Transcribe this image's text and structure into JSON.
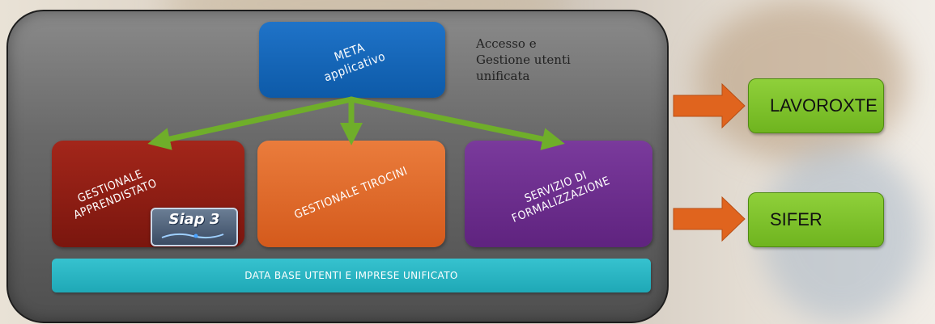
{
  "diagram": {
    "meta_box": {
      "line1": "META",
      "line2": "applicativo"
    },
    "access_note": {
      "line1": "Accesso e",
      "line2": "Gestione utenti",
      "line3": "unificata"
    },
    "modules": [
      {
        "line1": "GESTIONALE",
        "line2": "APPRENDISTATO"
      },
      {
        "line1": "GESTIONALE TIROCINI"
      },
      {
        "line1": "SERVIZIO DI",
        "line2": "FORMALIZZAZIONE"
      }
    ],
    "siap_logo": "Siap 3",
    "database_bar": "DATA BASE UTENTI E IMPRESE UNIFICATO",
    "external_systems": [
      {
        "label": "LAVOROXTE"
      },
      {
        "label": "SIFER"
      }
    ]
  },
  "colors": {
    "meta": "#1565c0",
    "apprendistato": "#8e1e14",
    "tirocini": "#e06a2a",
    "servizio": "#6a2c8c",
    "database": "#2bb5c3",
    "external": "#7cc22a",
    "arrows_internal": "#6fae2a",
    "arrows_external": "#e0641e"
  }
}
